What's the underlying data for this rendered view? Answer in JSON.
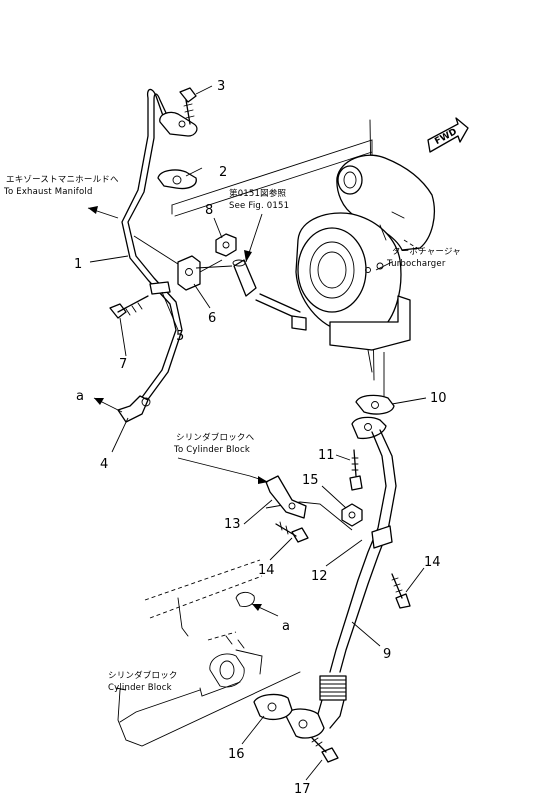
{
  "parts": [
    {
      "id": "1",
      "label": "1"
    },
    {
      "id": "2",
      "label": "2"
    },
    {
      "id": "3",
      "label": "3"
    },
    {
      "id": "4",
      "label": "4"
    },
    {
      "id": "5",
      "label": "5"
    },
    {
      "id": "6",
      "label": "6"
    },
    {
      "id": "7",
      "label": "7"
    },
    {
      "id": "8",
      "label": "8"
    },
    {
      "id": "9",
      "label": "9"
    },
    {
      "id": "10",
      "label": "10"
    },
    {
      "id": "11",
      "label": "11"
    },
    {
      "id": "12",
      "label": "12"
    },
    {
      "id": "13",
      "label": "13"
    },
    {
      "id": "14a",
      "label": "14"
    },
    {
      "id": "14b",
      "label": "14"
    },
    {
      "id": "15",
      "label": "15"
    },
    {
      "id": "16",
      "label": "16"
    },
    {
      "id": "17",
      "label": "17"
    }
  ],
  "annotations": {
    "exhaust_manifold_jp": "エキゾーストマニホールドへ",
    "exhaust_manifold_en": "To Exhaust Manifold",
    "see_fig_jp": "第0151図参照",
    "see_fig_en": "See Fig. 0151",
    "turbocharger_jp": "ターボチャージャ",
    "turbocharger_en": "Turbocharger",
    "to_cylinder_block_jp": "シリンダブロックへ",
    "to_cylinder_block_en": "To Cylinder Block",
    "cylinder_block_jp": "シリンダブロック",
    "cylinder_block_en": "Cylinder Block",
    "fwd": "FWD",
    "ref_a_upper": "a",
    "ref_a_lower": "a"
  }
}
